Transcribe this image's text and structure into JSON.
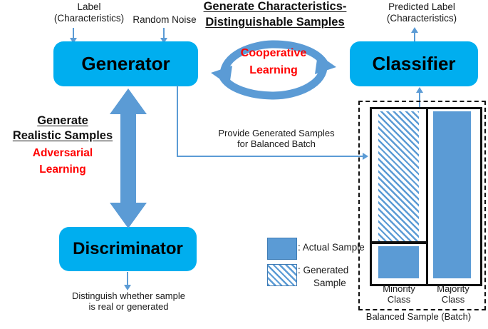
{
  "diagram": {
    "title_center": {
      "line1": "Generate Characteristics-",
      "line2": "Distinguishable Samples"
    },
    "cooperative": {
      "line1": "Cooperative",
      "line2": "Learning",
      "color": "#FF0000"
    },
    "left_headline": {
      "line1": "Generate",
      "line2": "Realistic Samples",
      "red_line1": "Adversarial",
      "red_line2": "Learning",
      "color": "#FF0000"
    },
    "nodes": [
      {
        "id": "generator",
        "label": "Generator",
        "color": "#00AEEF"
      },
      {
        "id": "classifier",
        "label": "Classifier",
        "color": "#00AEEF"
      },
      {
        "id": "discriminator",
        "label": "Discriminator",
        "color": "#00AEEF"
      }
    ],
    "inputs": {
      "label_line1": "Label",
      "label_line2": "(Characteristics)",
      "noise": "Random Noise"
    },
    "outputs": {
      "predicted_line1": "Predicted Label",
      "predicted_line2": "(Characteristics)"
    },
    "discriminator_note": {
      "line1": "Distinguish whether sample",
      "line2": "is real or generated"
    },
    "provide_note": {
      "line1": "Provide Generated Samples",
      "line2": "for Balanced Batch"
    },
    "legend": {
      "items": [
        {
          "swatch": "solid",
          "text": ": Actual Sample",
          "color": "#5B9BD5"
        },
        {
          "swatch": "hatch",
          "text": ": Generated",
          "text2": "Sample",
          "color": "#5B9BD5"
        }
      ]
    },
    "batch": {
      "caption": "Balanced Sample (Batch)",
      "axis_labels": [
        {
          "line1": "Minority",
          "line2": "Class"
        },
        {
          "line1": "Majority",
          "line2": "Class"
        }
      ]
    },
    "arrow_color": "#5B9BD5",
    "coop_arrow_color": "#5B9BD5"
  },
  "chart_data": {
    "type": "bar",
    "title": "Balanced Sample (Batch)",
    "categories": [
      "Minority Class",
      "Majority Class"
    ],
    "series": [
      {
        "name": "Actual Sample",
        "values": [
          18,
          100
        ]
      },
      {
        "name": "Generated Sample",
        "values": [
          82,
          0
        ]
      }
    ],
    "stacked": true,
    "ylabel": "",
    "xlabel": "",
    "ylim": [
      0,
      100
    ],
    "grid": false,
    "legend_position": "left-outside"
  }
}
